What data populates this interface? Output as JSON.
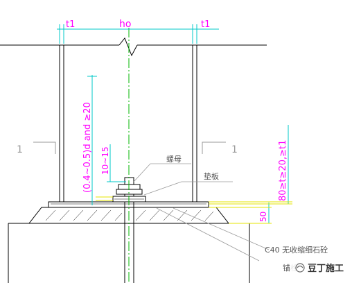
{
  "dimensions": {
    "t1_left": "t1",
    "ho": "ho",
    "t1_right": "t1",
    "vertical_left": "(0.4~0.5)d and ≥20",
    "vertical_small": "10~15",
    "vertical_right": "80≥t≥20,≥t1",
    "grout_height": "50"
  },
  "labels": {
    "nut": "螺母",
    "washer": "垫板",
    "grout": "C40 无收缩细石砼",
    "anchor": "锚栓"
  },
  "section_mark": {
    "left": "1",
    "right": "1"
  },
  "watermark": {
    "text": "豆丁施工"
  },
  "colors": {
    "dimension_cyan": "#00c8c8",
    "text_magenta": "#ff00ff",
    "centerline_green": "#00b400",
    "highlight_yellow": "#e6e600",
    "outline_black": "#000000",
    "leader_gray": "#9a9a9a"
  }
}
